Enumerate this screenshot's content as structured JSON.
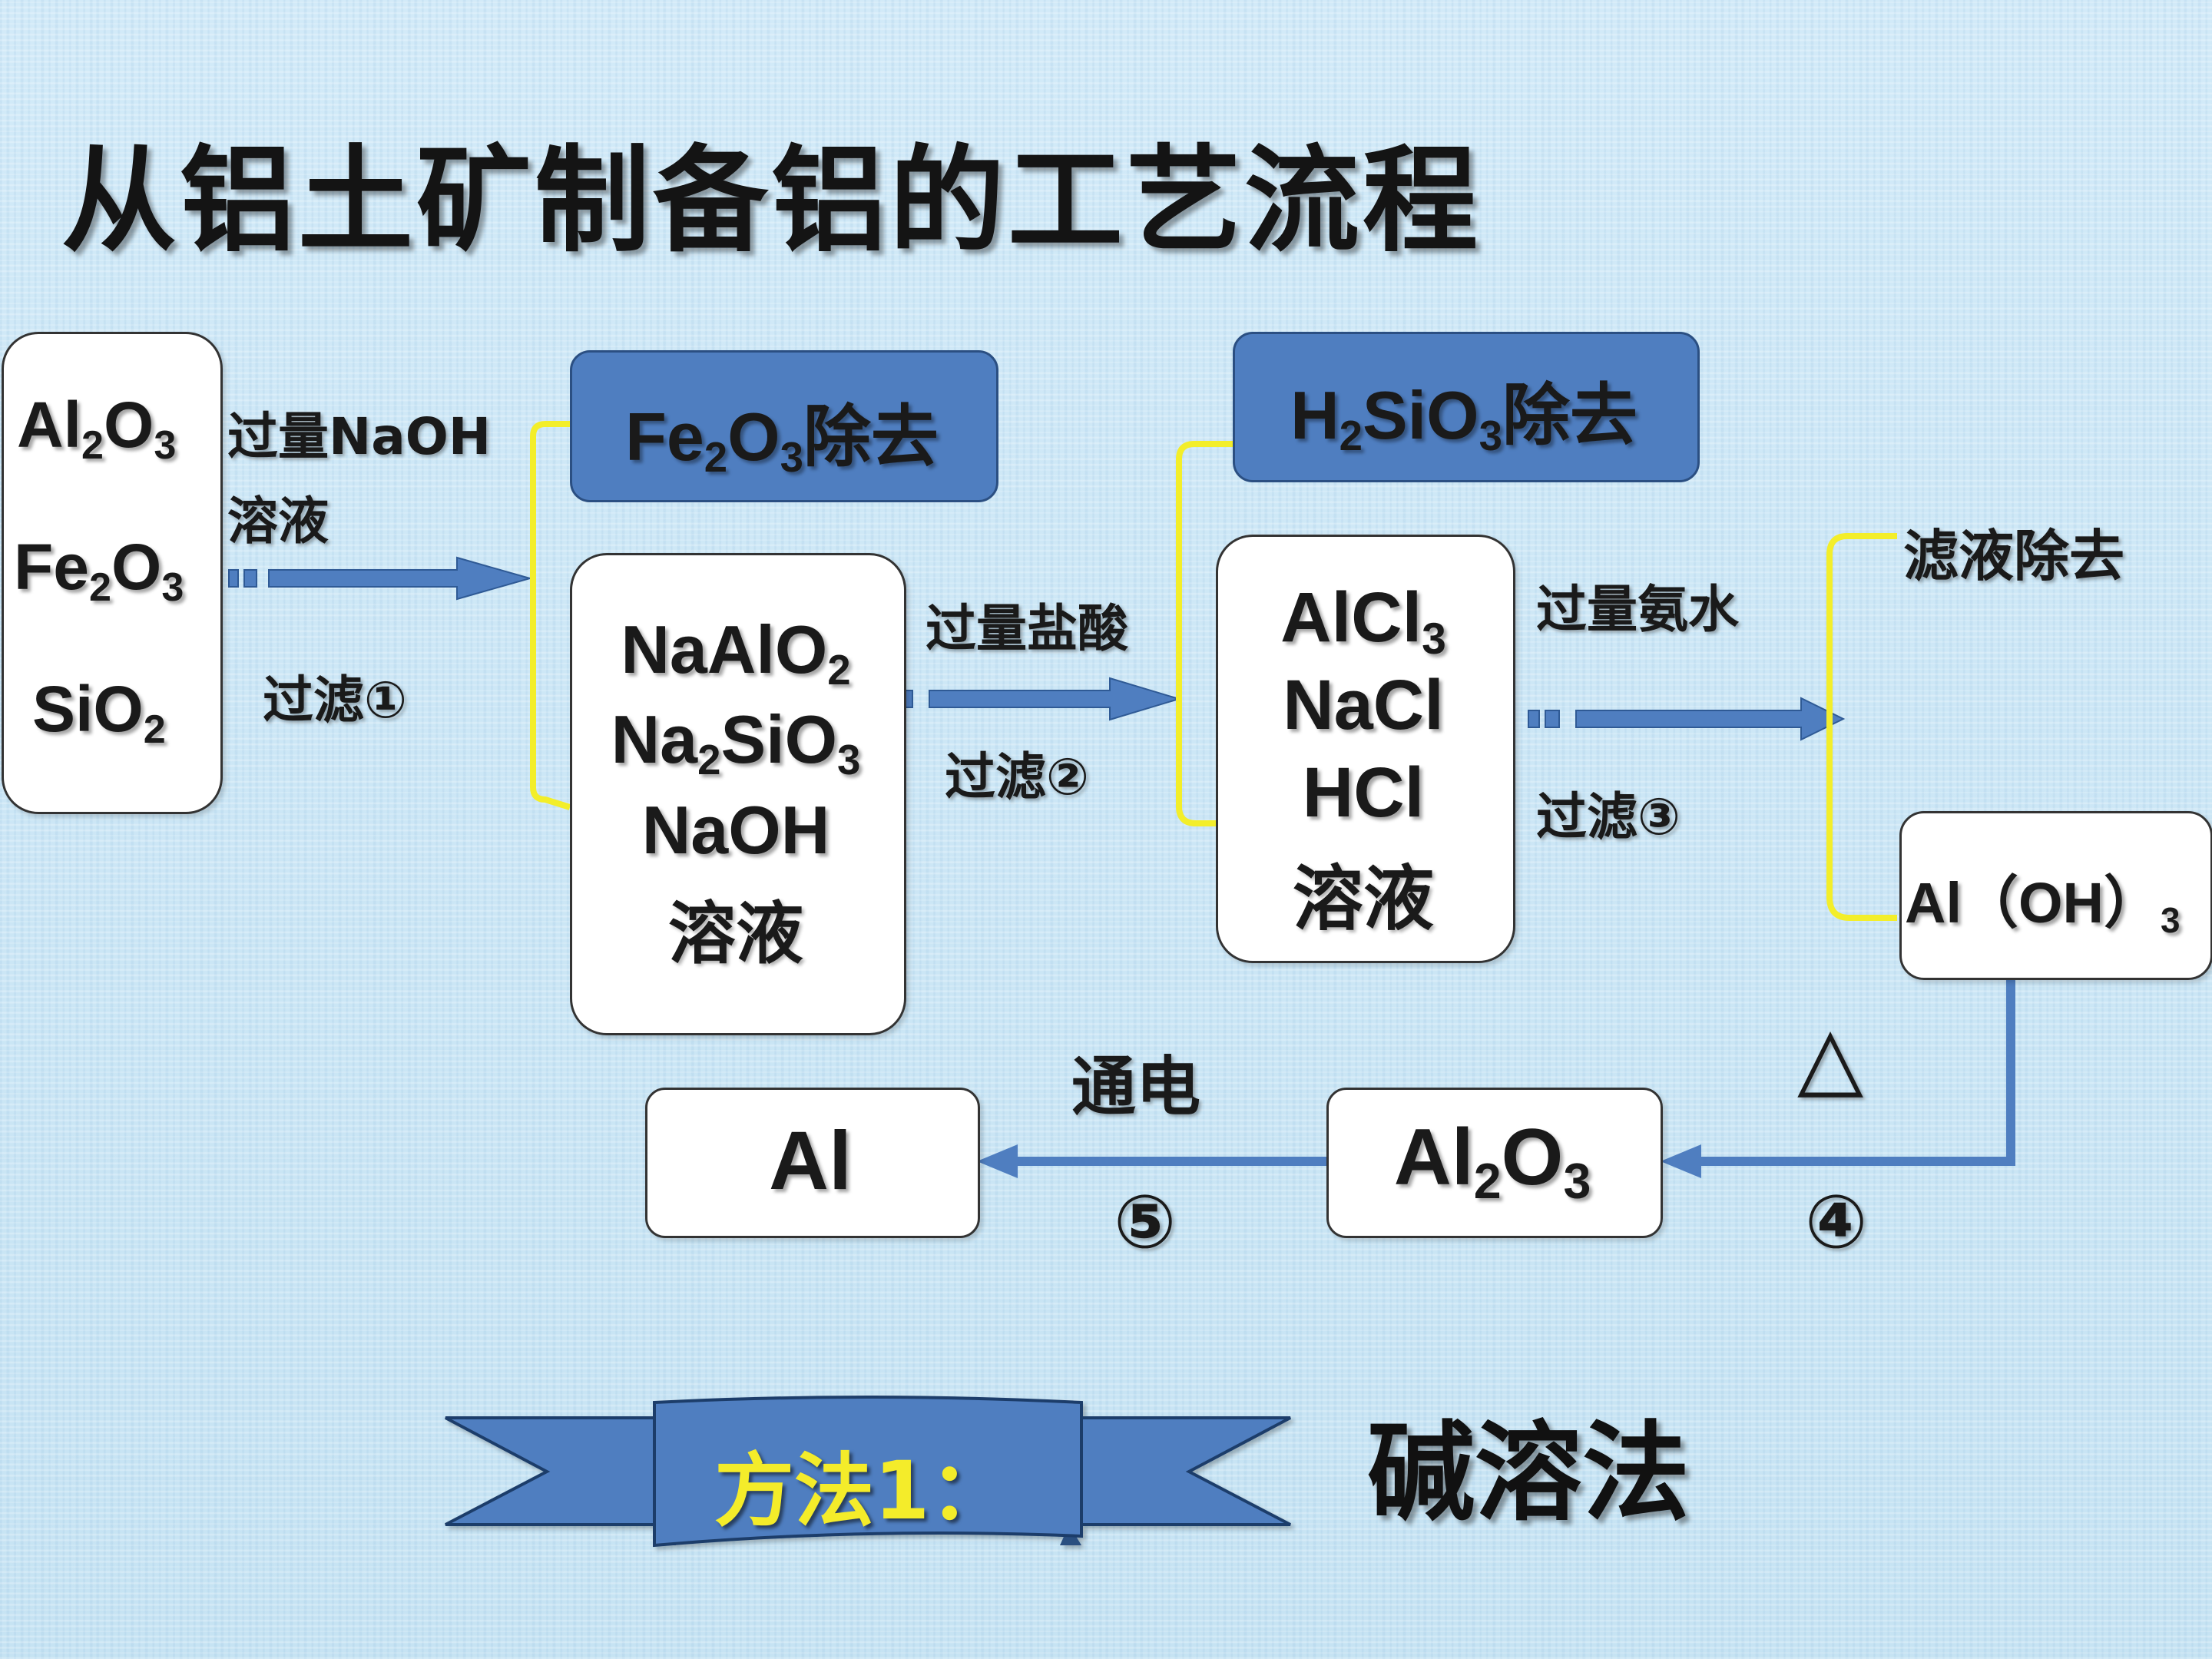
{
  "title": "从铝土矿制备铝的工艺流程",
  "raw": {
    "al2o3": {
      "a": "Al",
      "s1": "2",
      "b": "O",
      "s2": "3"
    },
    "fe2o3": {
      "a": "Fe",
      "s1": "2",
      "b": "O",
      "s2": "3"
    },
    "sio2": {
      "a": "SiO",
      "s1": "2"
    }
  },
  "step1": {
    "reagent_line1": "过量NaOH",
    "reagent_line2": "溶液",
    "filter": "过滤①"
  },
  "removed1": {
    "a": "Fe",
    "s1": "2",
    "b": "O",
    "s2": "3",
    "c": "除去"
  },
  "filtrate1": {
    "naalo2": {
      "a": "NaAlO",
      "s1": "2"
    },
    "na2sio3": {
      "a": "Na",
      "s1": "2",
      "b": "SiO",
      "s2": "3"
    },
    "naoh": "NaOH",
    "solution": "溶液"
  },
  "step2": {
    "reagent": "过量盐酸",
    "filter": "过滤②"
  },
  "removed2": {
    "a": "H",
    "s1": "2",
    "b": "SiO",
    "s2": "3",
    "c": "除去"
  },
  "filtrate2": {
    "alcl3": {
      "a": "AlCl",
      "s1": "3"
    },
    "nacl": "NaCl",
    "hcl": "HCl",
    "solution": "溶液"
  },
  "step3": {
    "reagent": "过量氨水",
    "filter": "过滤③"
  },
  "removed3": "滤液除去",
  "precipitate": {
    "a": "Al（OH）",
    "s1": "3"
  },
  "step4": {
    "condition": "△",
    "number": "④"
  },
  "alumina": {
    "a": "Al",
    "s1": "2",
    "b": "O",
    "s2": "3"
  },
  "step5": {
    "condition": "通电",
    "number": "⑤"
  },
  "product": "Al",
  "banner": {
    "label": "方法1：",
    "method": "碱溶法"
  },
  "colors": {
    "arrow": "#4f7ec0",
    "bracket": "#f3ee2a",
    "banner_text": "#f4ec2a"
  }
}
